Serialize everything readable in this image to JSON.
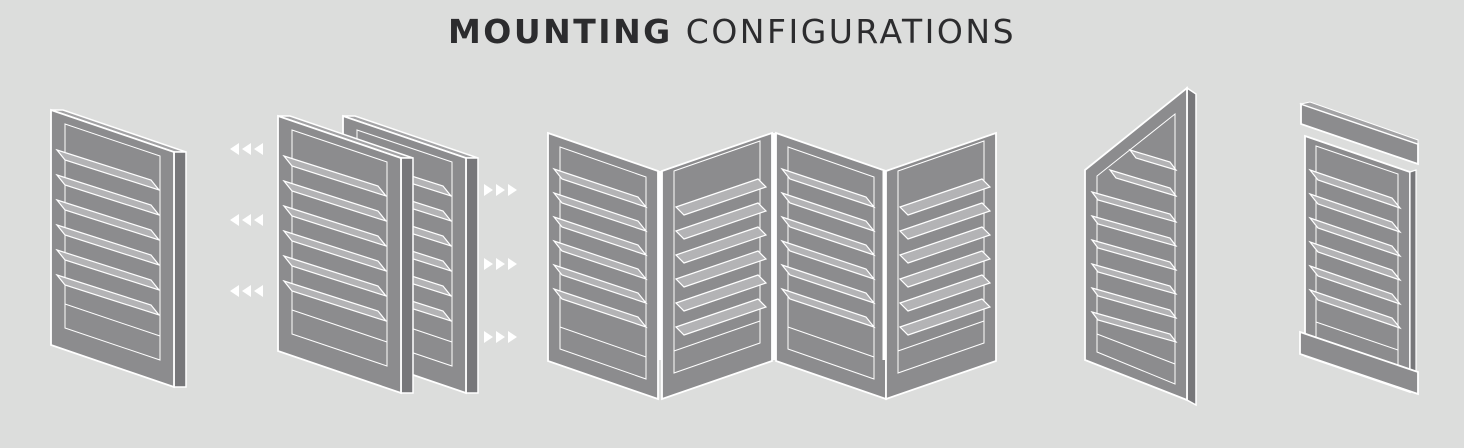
{
  "title": {
    "bold": "MOUNTING",
    "light": "CONFIGURATIONS"
  },
  "colors": {
    "background": "#dcdddc",
    "panel": "#8c8c8e",
    "panel_dark": "#77777a",
    "slat": "#b3b3b5",
    "outline": "#ffffff",
    "arrow": "#ffffff",
    "title": "#2c2c2e"
  },
  "configurations": [
    {
      "id": "single-panel",
      "icon": "single-shutter-panel-icon"
    },
    {
      "id": "bi-parting",
      "icon": "sliding-bi-parting-panels-icon"
    },
    {
      "id": "bi-fold",
      "icon": "folding-four-panel-icon"
    },
    {
      "id": "shaped",
      "icon": "angled-top-shaped-panel-icon"
    },
    {
      "id": "track",
      "icon": "track-mounted-panel-icon"
    }
  ]
}
